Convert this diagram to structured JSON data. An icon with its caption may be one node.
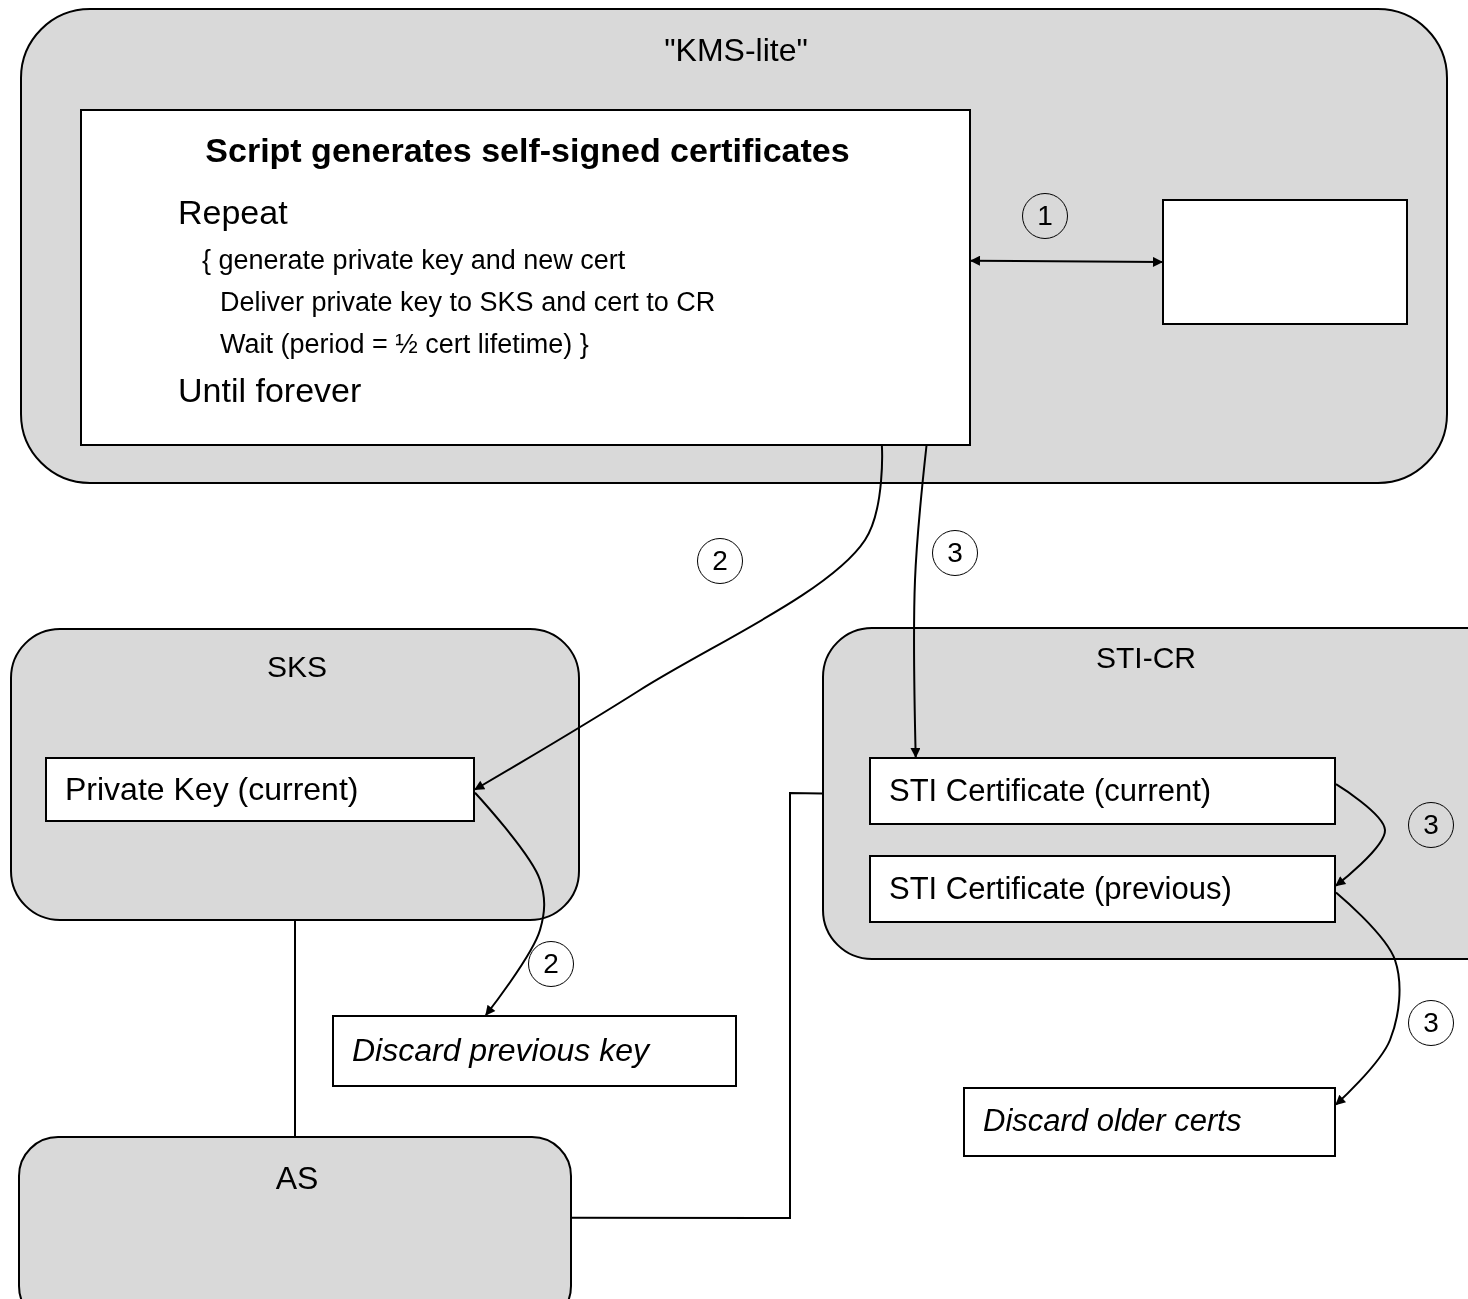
{
  "diagram": {
    "nodes": [
      {
        "text": [
          "\"KMS-lite\""
        ]
      },
      {
        "text": [
          "Script generates self-signed certificates",
          "Repeat",
          "{ generate private key and new cert",
          "Deliver private key to SKS and cert to CR",
          "Wait (period = ½ cert lifetime) }",
          "Until forever"
        ],
        "in": 0
      },
      {
        "text": [],
        "shape": "box",
        "in": 0
      },
      {
        "text": [
          "SKS"
        ]
      },
      {
        "text": [
          "Private Key (current)"
        ],
        "in": 3
      },
      {
        "text": [
          "STI-CR"
        ]
      },
      {
        "text": [
          "STI Certificate (current)"
        ],
        "in": 5
      },
      {
        "text": [
          "STI Certificate (previous)"
        ],
        "in": 5
      },
      {
        "text": [
          "Discard previous key"
        ]
      },
      {
        "text": [
          "Discard older certs"
        ]
      },
      {
        "text": [
          "AS"
        ]
      }
    ],
    "edges": [
      {
        "from": 1,
        "to": 2,
        "arrow": "both",
        "label": "1"
      },
      {
        "from": 1,
        "to": 4,
        "arrow": "to",
        "label": "2"
      },
      {
        "from": 1,
        "to": 6,
        "arrow": "to",
        "label": "3"
      },
      {
        "from": 4,
        "to": 8,
        "arrow": "to",
        "label": "2"
      },
      {
        "from": 6,
        "to": 7,
        "arrow": "to",
        "label": "3"
      },
      {
        "from": 7,
        "to": 9,
        "arrow": "to",
        "label": "3"
      },
      {
        "from": 3,
        "to": 10,
        "arrow": "none"
      },
      {
        "from": 5,
        "to": 10,
        "arrow": "none"
      }
    ]
  }
}
